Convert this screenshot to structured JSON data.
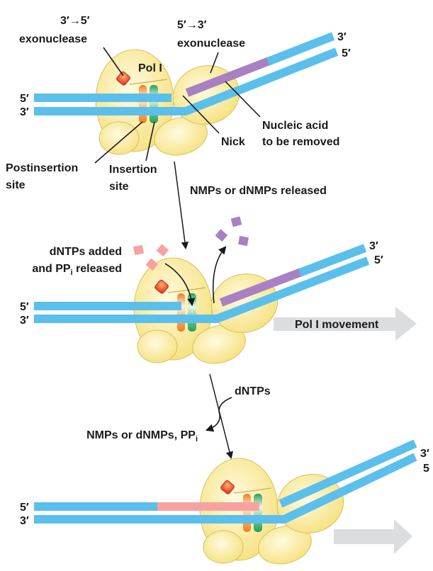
{
  "colors": {
    "dna": "#5bbfec",
    "nucleic_acid_removed": "#a980c2",
    "new_dna": "#f6a3a0",
    "enzyme": "#f8e68a",
    "exonuclease_site": "#e9472a",
    "postinsertion_site": "#f07d1e",
    "insertion_site": "#24a15a",
    "movement_arrow": "#dcdddf"
  },
  "labels": {
    "exo35_title": "3′→5′",
    "exo35_sub": "exonuclease",
    "exo53_title": "5′→3′",
    "exo53_sub": "exonuclease",
    "pol": "Pol I",
    "nick": "Nick",
    "nucleic_1": "Nucleic acid",
    "nucleic_2": "to be removed",
    "postinsertion_1": "Postinsertion",
    "postinsertion_2": "site",
    "insertion_1": "Insertion",
    "insertion_2": "site",
    "released": "NMPs or dNMPs released",
    "dntps_added_1": "dNTPs added",
    "dntps_added_2a": "and PP",
    "dntps_added_2b": "i",
    "dntps_added_2c": " released",
    "movement": "Pol I movement",
    "dntps": "dNTPs",
    "products_a": "NMPs or dNMPs, PP",
    "products_b": "i"
  },
  "ends": {
    "five": "5′",
    "three": "3′",
    "five_cut": "5"
  }
}
